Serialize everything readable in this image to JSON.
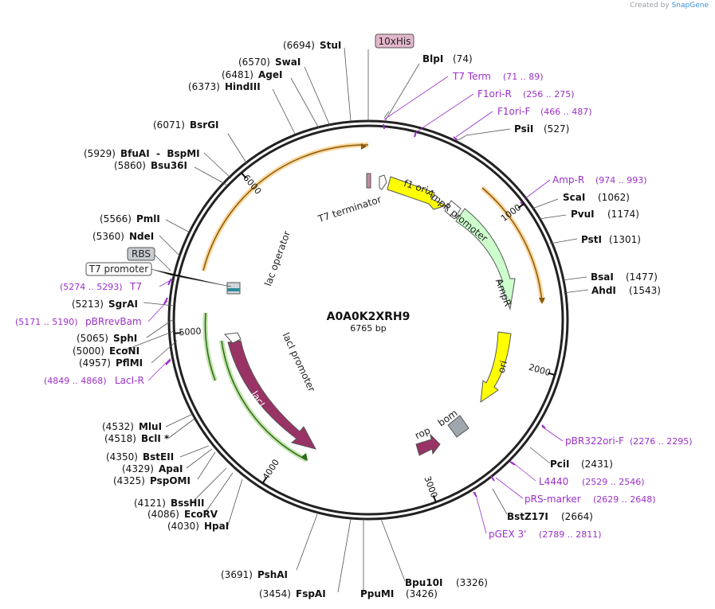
{
  "app": {
    "watermark_prefix": "Created by",
    "watermark_brand": "SnapGene"
  },
  "plasmid": {
    "name": "A0A0K2XRH9",
    "size_label": "6765 bp",
    "length": 6765
  },
  "colors": {
    "enzyme": "#111111",
    "primer": "#9b30c8",
    "f1ori": "#ffff00",
    "ori": "#ffff00",
    "ampr": "#ccffcc",
    "laci": "#993366",
    "rop": "#993366",
    "bom": "#a0a6ad",
    "orange_arc": "#f5a623",
    "green_arc": "#76c043"
  },
  "ticks": [
    {
      "bp": 1000,
      "label": "1000"
    },
    {
      "bp": 2000,
      "label": "2000"
    },
    {
      "bp": 3000,
      "label": "3000"
    },
    {
      "bp": 4000,
      "label": "4000"
    },
    {
      "bp": 5000,
      "label": "5000"
    },
    {
      "bp": 6000,
      "label": "6000"
    }
  ],
  "enzymes": [
    {
      "name": "StuI",
      "pos": "(6694)",
      "bp": 6694
    },
    {
      "name": "BlpI",
      "pos": "(74)",
      "bp": 74
    },
    {
      "name": "SwaI",
      "pos": "(6570)",
      "bp": 6570
    },
    {
      "name": "AgeI",
      "pos": "(6481)",
      "bp": 6481
    },
    {
      "name": "HindIII",
      "pos": "(6373)",
      "bp": 6373
    },
    {
      "name": "PsiI",
      "pos": "(527)",
      "bp": 527
    },
    {
      "name": "BsrGI",
      "pos": "(6071)",
      "bp": 6071
    },
    {
      "name": "BfuAI  -  BspMI",
      "pos": "(5929)",
      "bp": 5929
    },
    {
      "name": "Bsu36I",
      "pos": "(5860)",
      "bp": 5860
    },
    {
      "name": "ScaI",
      "pos": "(1062)",
      "bp": 1062
    },
    {
      "name": "PvuI",
      "pos": "(1174)",
      "bp": 1174
    },
    {
      "name": "PstI",
      "pos": "(1301)",
      "bp": 1301
    },
    {
      "name": "PmlI",
      "pos": "(5566)",
      "bp": 5566
    },
    {
      "name": "NdeI",
      "pos": "(5360)",
      "bp": 5360
    },
    {
      "name": "BsaI",
      "pos": "(1477)",
      "bp": 1477
    },
    {
      "name": "AhdI",
      "pos": "(1543)",
      "bp": 1543
    },
    {
      "name": "SgrAI",
      "pos": "(5213)",
      "bp": 5213
    },
    {
      "name": "SphI",
      "pos": "(5065)",
      "bp": 5065
    },
    {
      "name": "EcoNI",
      "pos": "(5000)",
      "bp": 5000
    },
    {
      "name": "PflMI",
      "pos": "(4957)",
      "bp": 4957
    },
    {
      "name": "MluI",
      "pos": "(4532)",
      "bp": 4532
    },
    {
      "name": "BclI *",
      "pos": "(4518)",
      "bp": 4518
    },
    {
      "name": "BstEII",
      "pos": "(4350)",
      "bp": 4350
    },
    {
      "name": "ApaI",
      "pos": "(4329)",
      "bp": 4329
    },
    {
      "name": "PspOMI",
      "pos": "(4325)",
      "bp": 4325
    },
    {
      "name": "PciI",
      "pos": "(2431)",
      "bp": 2431
    },
    {
      "name": "BstZ17I",
      "pos": "(2664)",
      "bp": 2664
    },
    {
      "name": "BssHII",
      "pos": "(4121)",
      "bp": 4121
    },
    {
      "name": "EcoRV",
      "pos": "(4086)",
      "bp": 4086
    },
    {
      "name": "HpaI",
      "pos": "(4030)",
      "bp": 4030
    },
    {
      "name": "PshAI",
      "pos": "(3691)",
      "bp": 3691
    },
    {
      "name": "Bpu10I",
      "pos": "(3326)",
      "bp": 3326
    },
    {
      "name": "FspAI",
      "pos": "(3454)",
      "bp": 3454
    },
    {
      "name": "PpuMI",
      "pos": "(3426)",
      "bp": 3426
    }
  ],
  "primers": [
    {
      "name": "T7 Term",
      "range": "(71 .. 89)",
      "bp": 80
    },
    {
      "name": "F1ori-R",
      "range": "(256 .. 275)",
      "bp": 265
    },
    {
      "name": "F1ori-F",
      "range": "(466 .. 487)",
      "bp": 476
    },
    {
      "name": "Amp-R",
      "range": "(974 .. 993)",
      "bp": 983
    },
    {
      "name": "T7",
      "range": "(5274 .. 5293)",
      "bp": 5283
    },
    {
      "name": "pBRrevBam",
      "range": "(5171 .. 5190)",
      "bp": 5180
    },
    {
      "name": "LacI-R",
      "range": "(4849 .. 4868)",
      "bp": 4858
    },
    {
      "name": "pBR322ori-F",
      "range": "(2276 .. 2295)",
      "bp": 2285
    },
    {
      "name": "L4440",
      "range": "(2529 .. 2546)",
      "bp": 2537
    },
    {
      "name": "pRS-marker",
      "range": "(2629 .. 2648)",
      "bp": 2638
    },
    {
      "name": "pGEX 3'",
      "range": "(2789 .. 2811)",
      "bp": 2800
    }
  ],
  "boxed_features": [
    {
      "name": "10xHis"
    },
    {
      "name": "RBS"
    },
    {
      "name": "T7 promoter"
    }
  ],
  "features": [
    {
      "name": "f1 ori"
    },
    {
      "name": "AmpR promoter"
    },
    {
      "name": "AmpR"
    },
    {
      "name": "ori"
    },
    {
      "name": "bom"
    },
    {
      "name": "rop"
    },
    {
      "name": "lacI"
    },
    {
      "name": "lacI promoter"
    },
    {
      "name": "lac operator"
    },
    {
      "name": "T7 terminator"
    }
  ]
}
